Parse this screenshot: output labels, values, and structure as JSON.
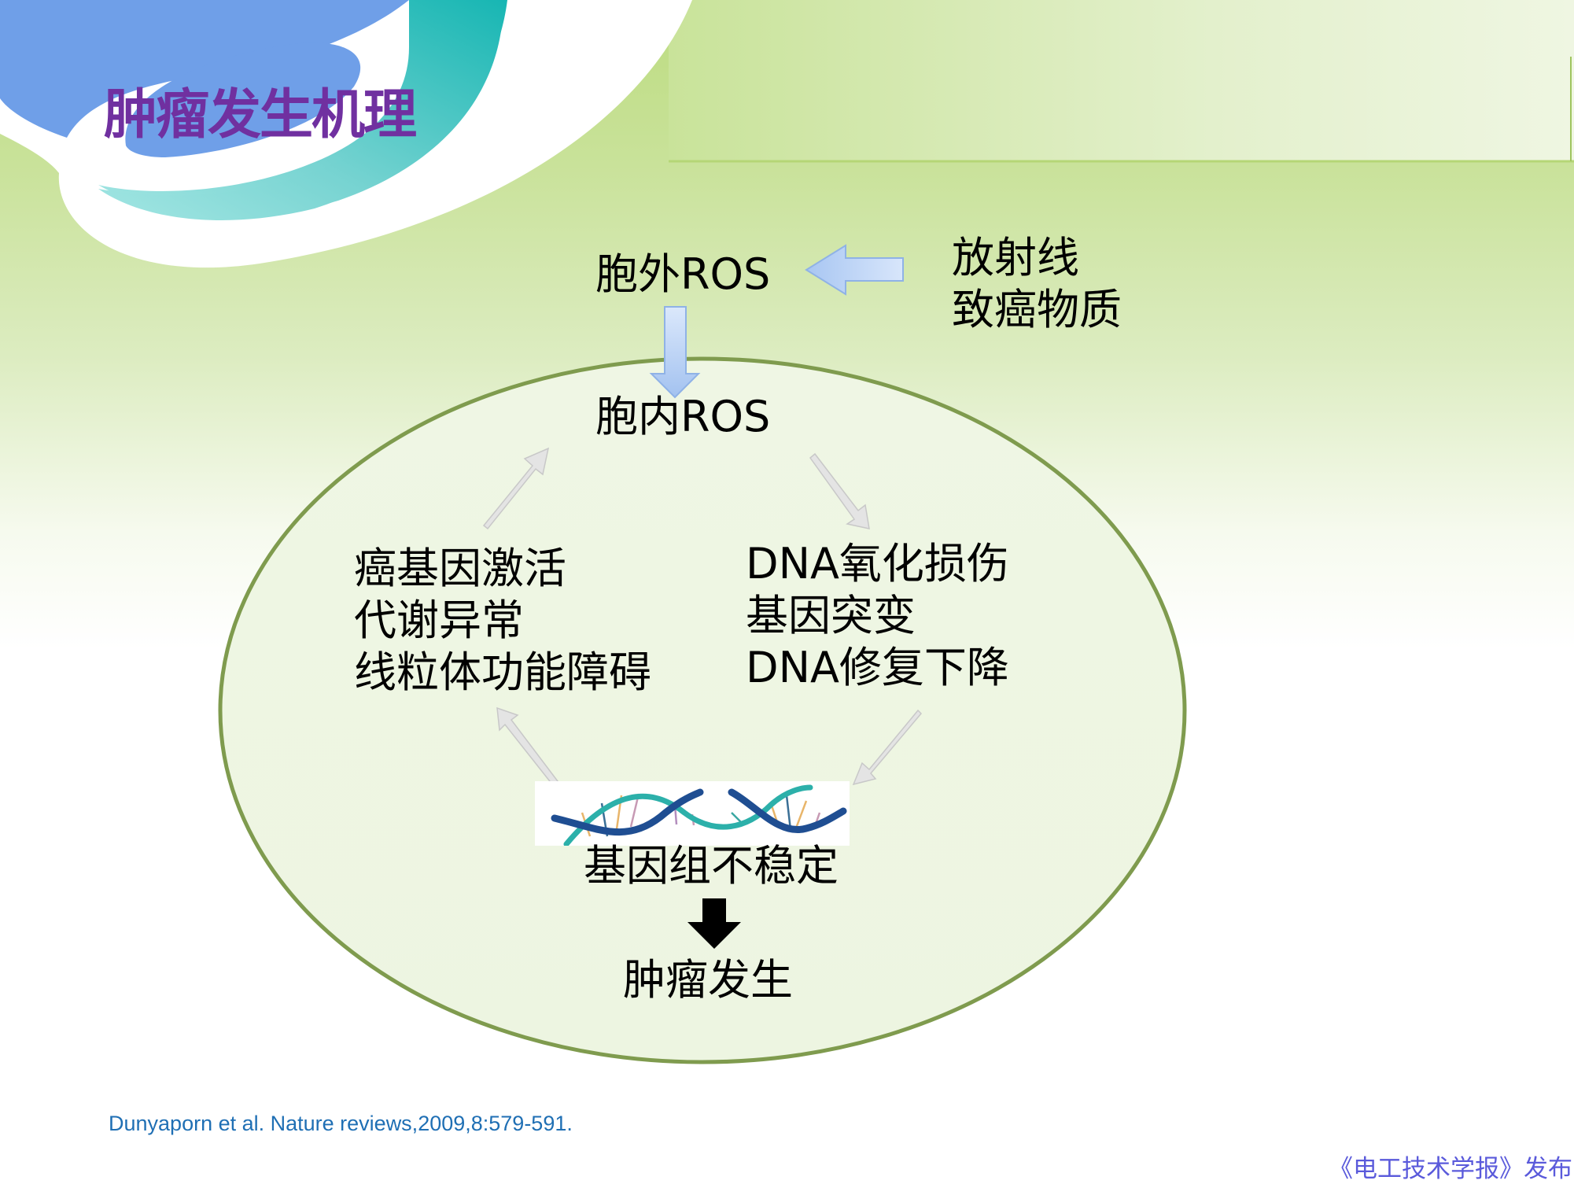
{
  "slide": {
    "title": "肿瘤发生机理",
    "colors": {
      "title": "#7030a0",
      "ellipse_stroke": "#7f9b4e",
      "ellipse_fill": "#eef6e3",
      "band_green": "#bedd85",
      "swoosh_blue": "#6f9fe8",
      "swoosh_teal": "#2ebfb8",
      "blue_arrow": "#a9c7f2",
      "gray_arrow": "#dcdcdc",
      "citation": "#1f6fb4",
      "publisher": "#5a5adb"
    }
  },
  "diagram": {
    "extracellular_ros": "胞外ROS",
    "sources": [
      "放射线",
      "致癌物质"
    ],
    "intracellular_ros": "胞内ROS",
    "left_effects": [
      "癌基因激活",
      "代谢异常",
      "线粒体功能障碍"
    ],
    "right_effects": [
      "DNA氧化损伤",
      "基因突变",
      "DNA修复下降"
    ],
    "genome_instability": "基因组不稳定",
    "tumorigenesis": "肿瘤发生",
    "icons": {
      "source_arrow": "arrow-left-icon",
      "entry_arrow": "arrow-down-icon",
      "cycle_arrows": [
        "arrow-down-right-icon",
        "arrow-down-left-icon",
        "arrow-up-left-icon",
        "arrow-up-right-icon"
      ],
      "result_arrow": "arrow-down-black-icon",
      "dna_image": "dna-helix-icon"
    }
  },
  "footer": {
    "citation": "Dunyaporn et al. Nature reviews,2009,8:579-591.",
    "publisher": "《电工技术学报》发布"
  }
}
